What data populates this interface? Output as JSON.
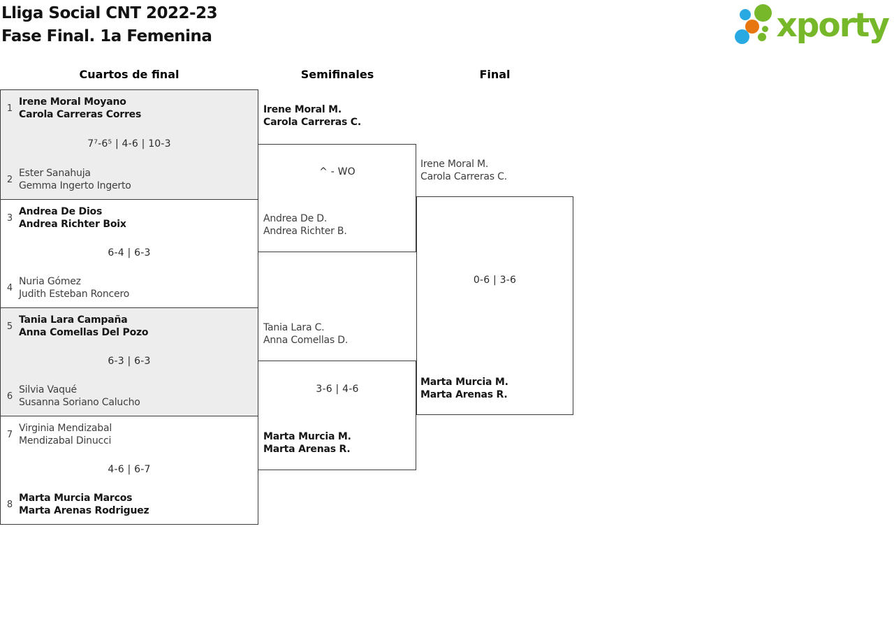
{
  "theme": {
    "green": "#76b82a",
    "blue": "#29a9e1",
    "orange": "#e8760e",
    "shade": "#ededed",
    "border": "#3c3c3c",
    "winner": "#161616",
    "loser": "#3e3e3e",
    "score": "#2b2b2b",
    "title": "#131313"
  },
  "header": {
    "title_line1": "Lliga Social CNT 2022-23",
    "title_line2": "Fase Final. 1a Femenina"
  },
  "logo": {
    "brand": "xporty"
  },
  "columns": [
    {
      "label": "Cuartos de final"
    },
    {
      "label": "Semifinales"
    },
    {
      "label": "Final"
    }
  ],
  "bracket": {
    "quarterfinals": [
      {
        "seed1": "1",
        "team1": {
          "line1": "Irene Moral Moyano",
          "line2": "Carola Carreras Corres",
          "winner": true
        },
        "score": "7⁷-6⁵ | 4-6 | 10-3",
        "seed2": "2",
        "team2": {
          "line1": "Ester Sanahuja",
          "line2": "Gemma Ingerto Ingerto",
          "winner": false
        }
      },
      {
        "seed1": "3",
        "team1": {
          "line1": "Andrea De Dios",
          "line2": "Andrea Richter Boix",
          "winner": true
        },
        "score": "6-4 | 6-3",
        "seed2": "4",
        "team2": {
          "line1": "Nuria Gómez",
          "line2": "Judith Esteban Roncero",
          "winner": false
        }
      },
      {
        "seed1": "5",
        "team1": {
          "line1": "Tania Lara Campaña",
          "line2": "Anna Comellas Del Pozo",
          "winner": true
        },
        "score": "6-3 | 6-3",
        "seed2": "6",
        "team2": {
          "line1": "Silvia Vaqué",
          "line2": "Susanna Soriano Calucho",
          "winner": false
        }
      },
      {
        "seed1": "7",
        "team1": {
          "line1": "Virginia Mendizabal",
          "line2": "Mendizabal Dinucci",
          "winner": false
        },
        "score": "4-6 | 6-7",
        "seed2": "8",
        "team2": {
          "line1": "Marta Murcia Marcos",
          "line2": "Marta Arenas Rodriguez",
          "winner": true
        }
      }
    ],
    "semifinals": [
      {
        "team1": {
          "line1": "Irene Moral M.",
          "line2": "Carola Carreras C.",
          "winner": true
        },
        "score": "^ - WO",
        "team2": {
          "line1": "Andrea De D.",
          "line2": "Andrea Richter B.",
          "winner": false
        }
      },
      {
        "team1": {
          "line1": "Tania Lara C.",
          "line2": "Anna Comellas D.",
          "winner": false
        },
        "score": "3-6 | 4-6",
        "team2": {
          "line1": "Marta Murcia M.",
          "line2": "Marta Arenas R.",
          "winner": true
        }
      }
    ],
    "final": {
      "team1": {
        "line1": "Irene Moral M.",
        "line2": "Carola Carreras C.",
        "winner": false
      },
      "score": "0-6 | 3-6",
      "team2": {
        "line1": "Marta Murcia M.",
        "line2": "Marta Arenas R.",
        "winner": true
      }
    }
  }
}
